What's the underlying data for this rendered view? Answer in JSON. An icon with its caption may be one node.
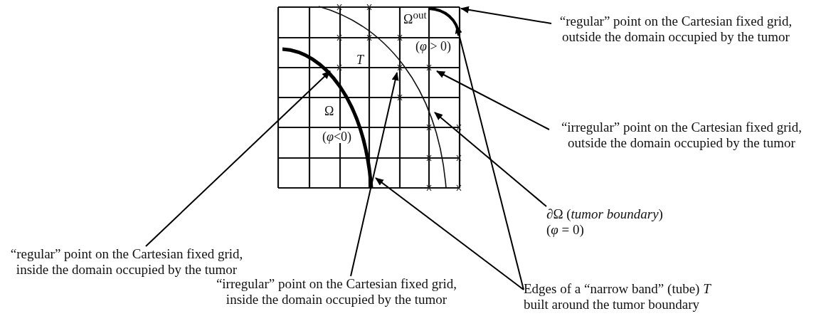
{
  "diagram": {
    "nodes": [
      {
        "text": [
          "“regular” point on the Cartesian fixed grid, outside the domain occupied by the tumor"
        ]
      },
      {
        "text": [
          "“irregular” point on the Cartesian fixed grid, outside the domain occupied by the tumor"
        ]
      },
      {
        "text": [
          "∂Ω (*tumor boundary*)",
          "(*φ* = 0)"
        ]
      },
      {
        "text": [
          "Edges of a “narrow band” (tube) *T* built around the tumor boundary"
        ]
      },
      {
        "text": [
          "“irregular” point on the Cartesian fixed grid, inside the domain occupied by the tumor"
        ]
      },
      {
        "text": [
          "“regular” point on the Cartesian fixed grid, inside the domain occupied by the tumor"
        ]
      }
    ],
    "edges": [
      {
        "from": 0,
        "to": null,
        "arrow": "to"
      },
      {
        "from": 1,
        "to": null,
        "arrow": "to"
      },
      {
        "from": 2,
        "to": null,
        "arrow": "to"
      },
      {
        "from": 3,
        "to": null,
        "arrow": "to"
      },
      {
        "from": 3,
        "to": null,
        "arrow": "to"
      },
      {
        "from": 4,
        "to": null,
        "arrow": "to"
      },
      {
        "from": 5,
        "to": null,
        "arrow": "to"
      }
    ],
    "labels": [
      "Ω$^{out}$",
      "(*φ* > 0)",
      "T",
      "Ω",
      "(*φ*<0)"
    ]
  }
}
